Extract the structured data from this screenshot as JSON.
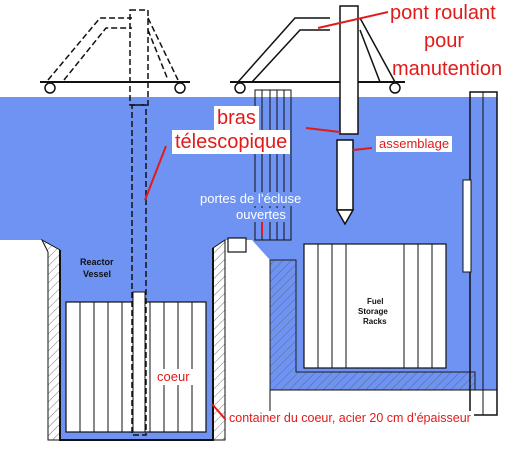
{
  "labels": {
    "bridge_line1": "pont roulant",
    "bridge_line2": "pour",
    "bridge_line3": "manutention",
    "telescopic_line1": "bras",
    "telescopic_line2": "télescopique",
    "assembly": "assemblage",
    "gates_line1": "portes de l’écluse",
    "gates_line2": "ouvertes",
    "reactor_line1": "Reactor",
    "reactor_line2": "Vessel",
    "racks_line1": "Fuel",
    "racks_line2": "Storage",
    "racks_line3": "Racks",
    "core": "coeur",
    "container": "container du coeur, acier 20 cm d’épaisseur"
  },
  "colors": {
    "water": "#6f93f2",
    "label_red": "#e11a1a",
    "line": "#111111",
    "concrete": "#ffffff"
  }
}
